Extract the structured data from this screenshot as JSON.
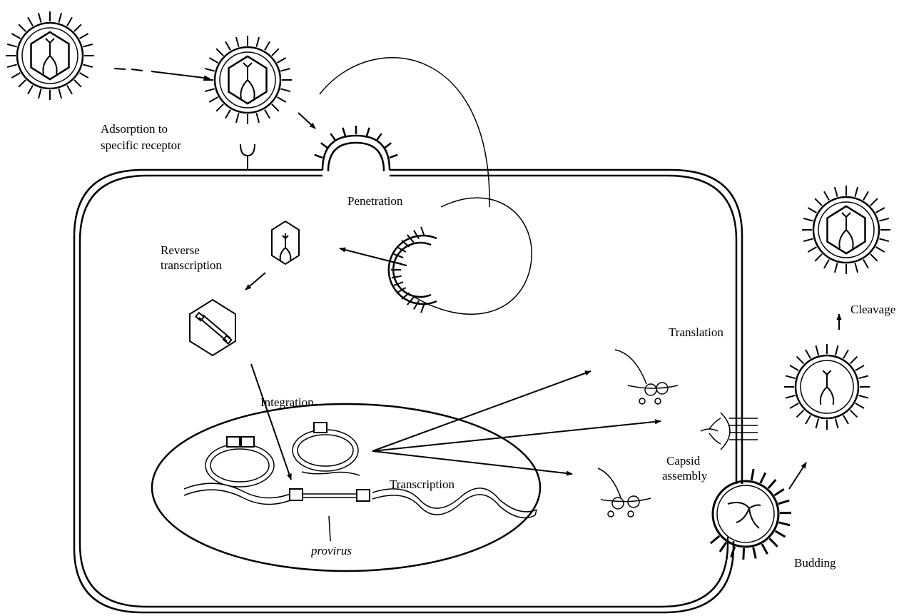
{
  "labels": {
    "adsorption_line1": "Adsorption to",
    "adsorption_line2": "specific receptor",
    "penetration": "Penetration",
    "reverse_transcription_line1": "Reverse",
    "reverse_transcription_line2": "transcription",
    "integration": "Integration",
    "transcription": "Transcription",
    "provirus": "provirus",
    "translation": "Translation",
    "capsid_assembly_line1": "Capsid",
    "capsid_assembly_line2": "assembly",
    "budding": "Budding",
    "cleavage": "Cleavage"
  },
  "colors": {
    "ink": "#000000",
    "background": "#ffffff"
  }
}
